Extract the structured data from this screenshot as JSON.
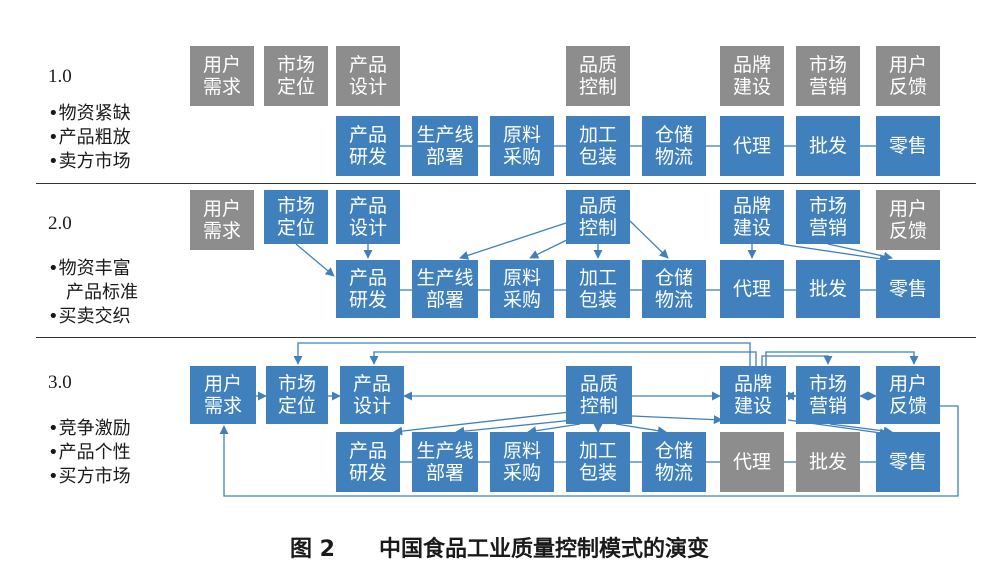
{
  "labels": {
    "user_demand": "用户\n需求",
    "market_position": "市场\n定位",
    "product_design": "产品\n设计",
    "quality_control": "品质\n控制",
    "brand_building": "品牌\n建设",
    "marketing": "市场\n营销",
    "user_feedback": "用户\n反馈",
    "product_rd": "产品\n研发",
    "production_line": "生产线\n部署",
    "raw_purchase": "原料\n采购",
    "processing": "加工\n包装",
    "logistics": "仓储\n物流",
    "agency": "代理",
    "wholesale": "批发",
    "retail": "零售"
  },
  "versions": [
    {
      "version": "1.0",
      "bullets": [
        "•物资紧缺",
        "•产品粗放",
        "•卖方市场"
      ]
    },
    {
      "version": "2.0",
      "bullets": [
        "•物资丰富",
        "产品标准",
        "•买卖交织"
      ]
    },
    {
      "version": "3.0",
      "bullets": [
        "•竞争激励",
        "•产品个性",
        "•买方市场"
      ]
    }
  ],
  "caption": "图 2　　中国食品工业质量控制模式的演变",
  "colors": {
    "blue": "#3f80bd",
    "gray": "#8d8d8d",
    "line": "#3f80bd"
  }
}
